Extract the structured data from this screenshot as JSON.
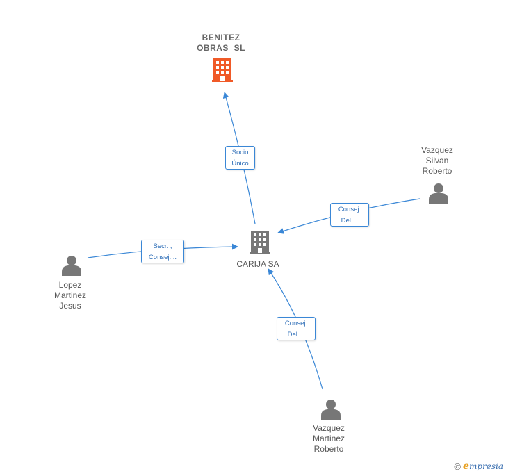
{
  "colors": {
    "edge": "#3a87d6",
    "company_highlight": "#f05a28",
    "company": "#777777",
    "person": "#777777"
  },
  "nodes": {
    "benitez": {
      "lines": [
        "BENITEZ",
        "OBRAS  SL"
      ],
      "icon": "building-icon",
      "kind": "company-highlight"
    },
    "carija": {
      "lines": [
        "CARIJA SA"
      ],
      "icon": "building-icon",
      "kind": "company"
    },
    "vazquez_silvan": {
      "lines": [
        "Vazquez",
        "Silvan",
        "Roberto"
      ],
      "icon": "person-icon",
      "kind": "person"
    },
    "lopez": {
      "lines": [
        "Lopez",
        "Martinez",
        "Jesus"
      ],
      "icon": "person-icon",
      "kind": "person"
    },
    "vazquez_martinez": {
      "lines": [
        "Vazquez",
        "Martinez",
        "Roberto"
      ],
      "icon": "person-icon",
      "kind": "person"
    }
  },
  "edges": {
    "socio": {
      "lines": [
        "Socio",
        "Único"
      ]
    },
    "consej_silvan": {
      "lines": [
        "Consej.",
        "Del...."
      ]
    },
    "secr_lopez": {
      "lines": [
        "Secr. ,",
        "Consej...."
      ]
    },
    "consej_martinez": {
      "lines": [
        "Consej.",
        "Del...."
      ]
    }
  },
  "footer": {
    "copyright": "©",
    "brand_initial": "e",
    "brand_rest": "mpresia"
  }
}
